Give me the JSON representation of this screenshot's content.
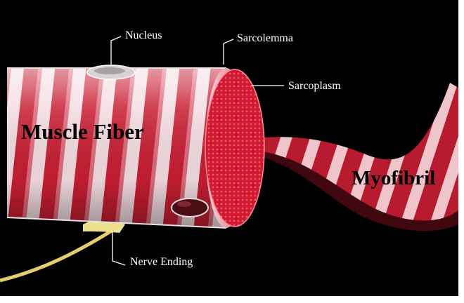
{
  "labels": {
    "nucleus": "Nucleus",
    "sarcolemma": "Sarcolemma",
    "sarcoplasm": "Sarcoplasm",
    "nerve_ending": "Nerve Ending",
    "muscle_fiber": "Muscle Fiber",
    "myofibril": "Myofibril"
  },
  "colors": {
    "background": "#000000",
    "stripe_red": "#c81e32",
    "stripe_pink": "#f2c9d0",
    "fiber_end": "#d81c34",
    "label_text": "#ffffff",
    "title_text": "#000000",
    "nerve": "#e8d27a"
  }
}
